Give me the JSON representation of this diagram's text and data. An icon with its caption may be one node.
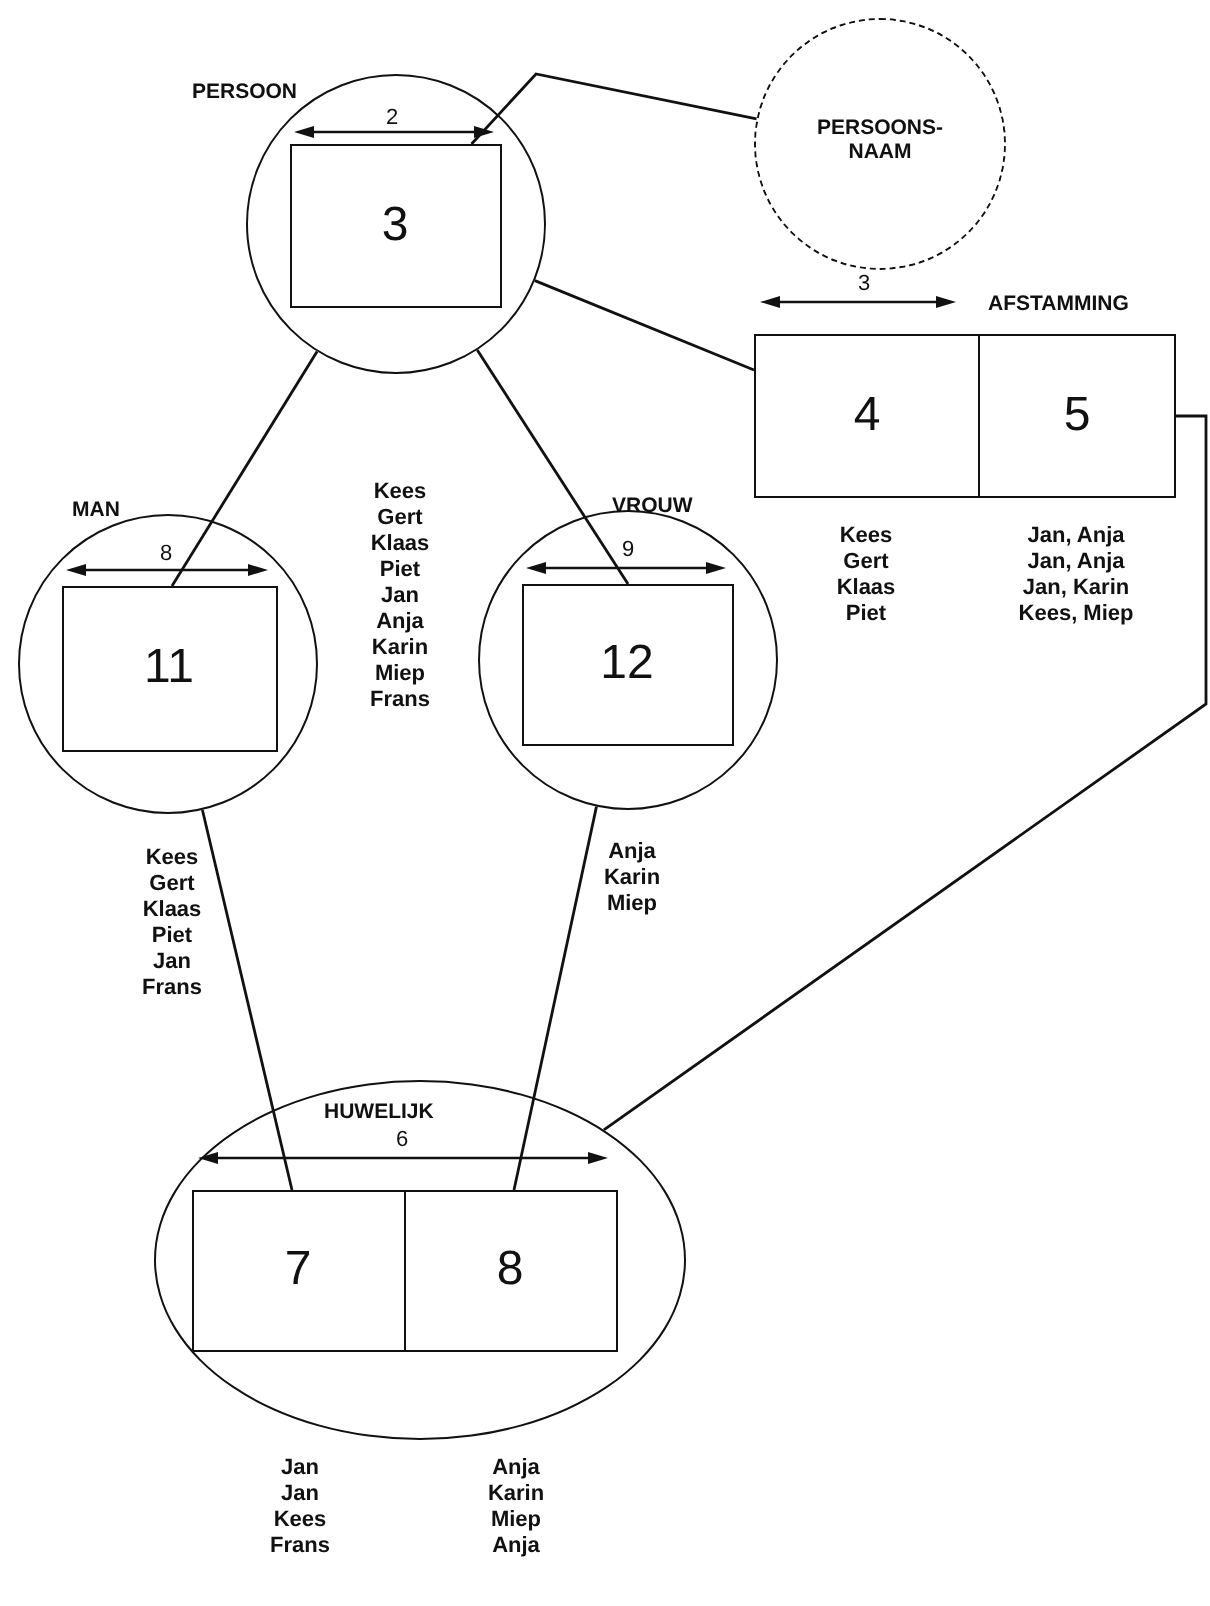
{
  "diagram": {
    "nodes": [
      {
        "text": [
          "PERSOON"
        ]
      },
      {
        "text": [
          "3"
        ],
        "in": 0
      },
      {
        "text": [
          "PERSOONS- NAAM"
        ]
      },
      {
        "text": [
          "4"
        ],
        "beside": [
          "Kees Gert Klaas Piet"
        ]
      },
      {
        "text": [
          "5"
        ],
        "beside": [
          "Jan, Anja Jan, Anja Jan, Karin Kees, Miep"
        ]
      },
      {
        "text": [
          "MAN"
        ],
        "beside": [
          "Kees Gert Klaas Piet Jan Frans"
        ]
      },
      {
        "text": [
          "11"
        ],
        "in": 5
      },
      {
        "text": [
          "VROUW"
        ],
        "beside": [
          "Anja Karin Miep"
        ]
      },
      {
        "text": [
          "12"
        ],
        "in": 7
      },
      {
        "text": [
          "HUWELIJK"
        ]
      },
      {
        "text": [
          "7"
        ],
        "in": 9
      },
      {
        "text": [
          "8"
        ],
        "in": 9
      }
    ],
    "edges": [
      {
        "from": 1,
        "to": 2,
        "arrow": "none"
      },
      {
        "from": 0,
        "to": 3,
        "arrow": "none"
      },
      {
        "from": 0,
        "to": 6,
        "arrow": "none"
      },
      {
        "from": 0,
        "to": 8,
        "arrow": "none"
      },
      {
        "from": 4,
        "to": 9,
        "arrow": "none"
      },
      {
        "from": 5,
        "to": 10,
        "arrow": "none"
      },
      {
        "from": 7,
        "to": 11,
        "arrow": "none"
      }
    ],
    "labels": [
      "2",
      "3",
      "AFSTAMMING",
      "Kees Gert Klaas Piet Jan Anja Karin Miep Frans",
      "8",
      "9",
      "6",
      "Jan Jan Kees Frans",
      "Anja Karin Miep Anja"
    ]
  }
}
